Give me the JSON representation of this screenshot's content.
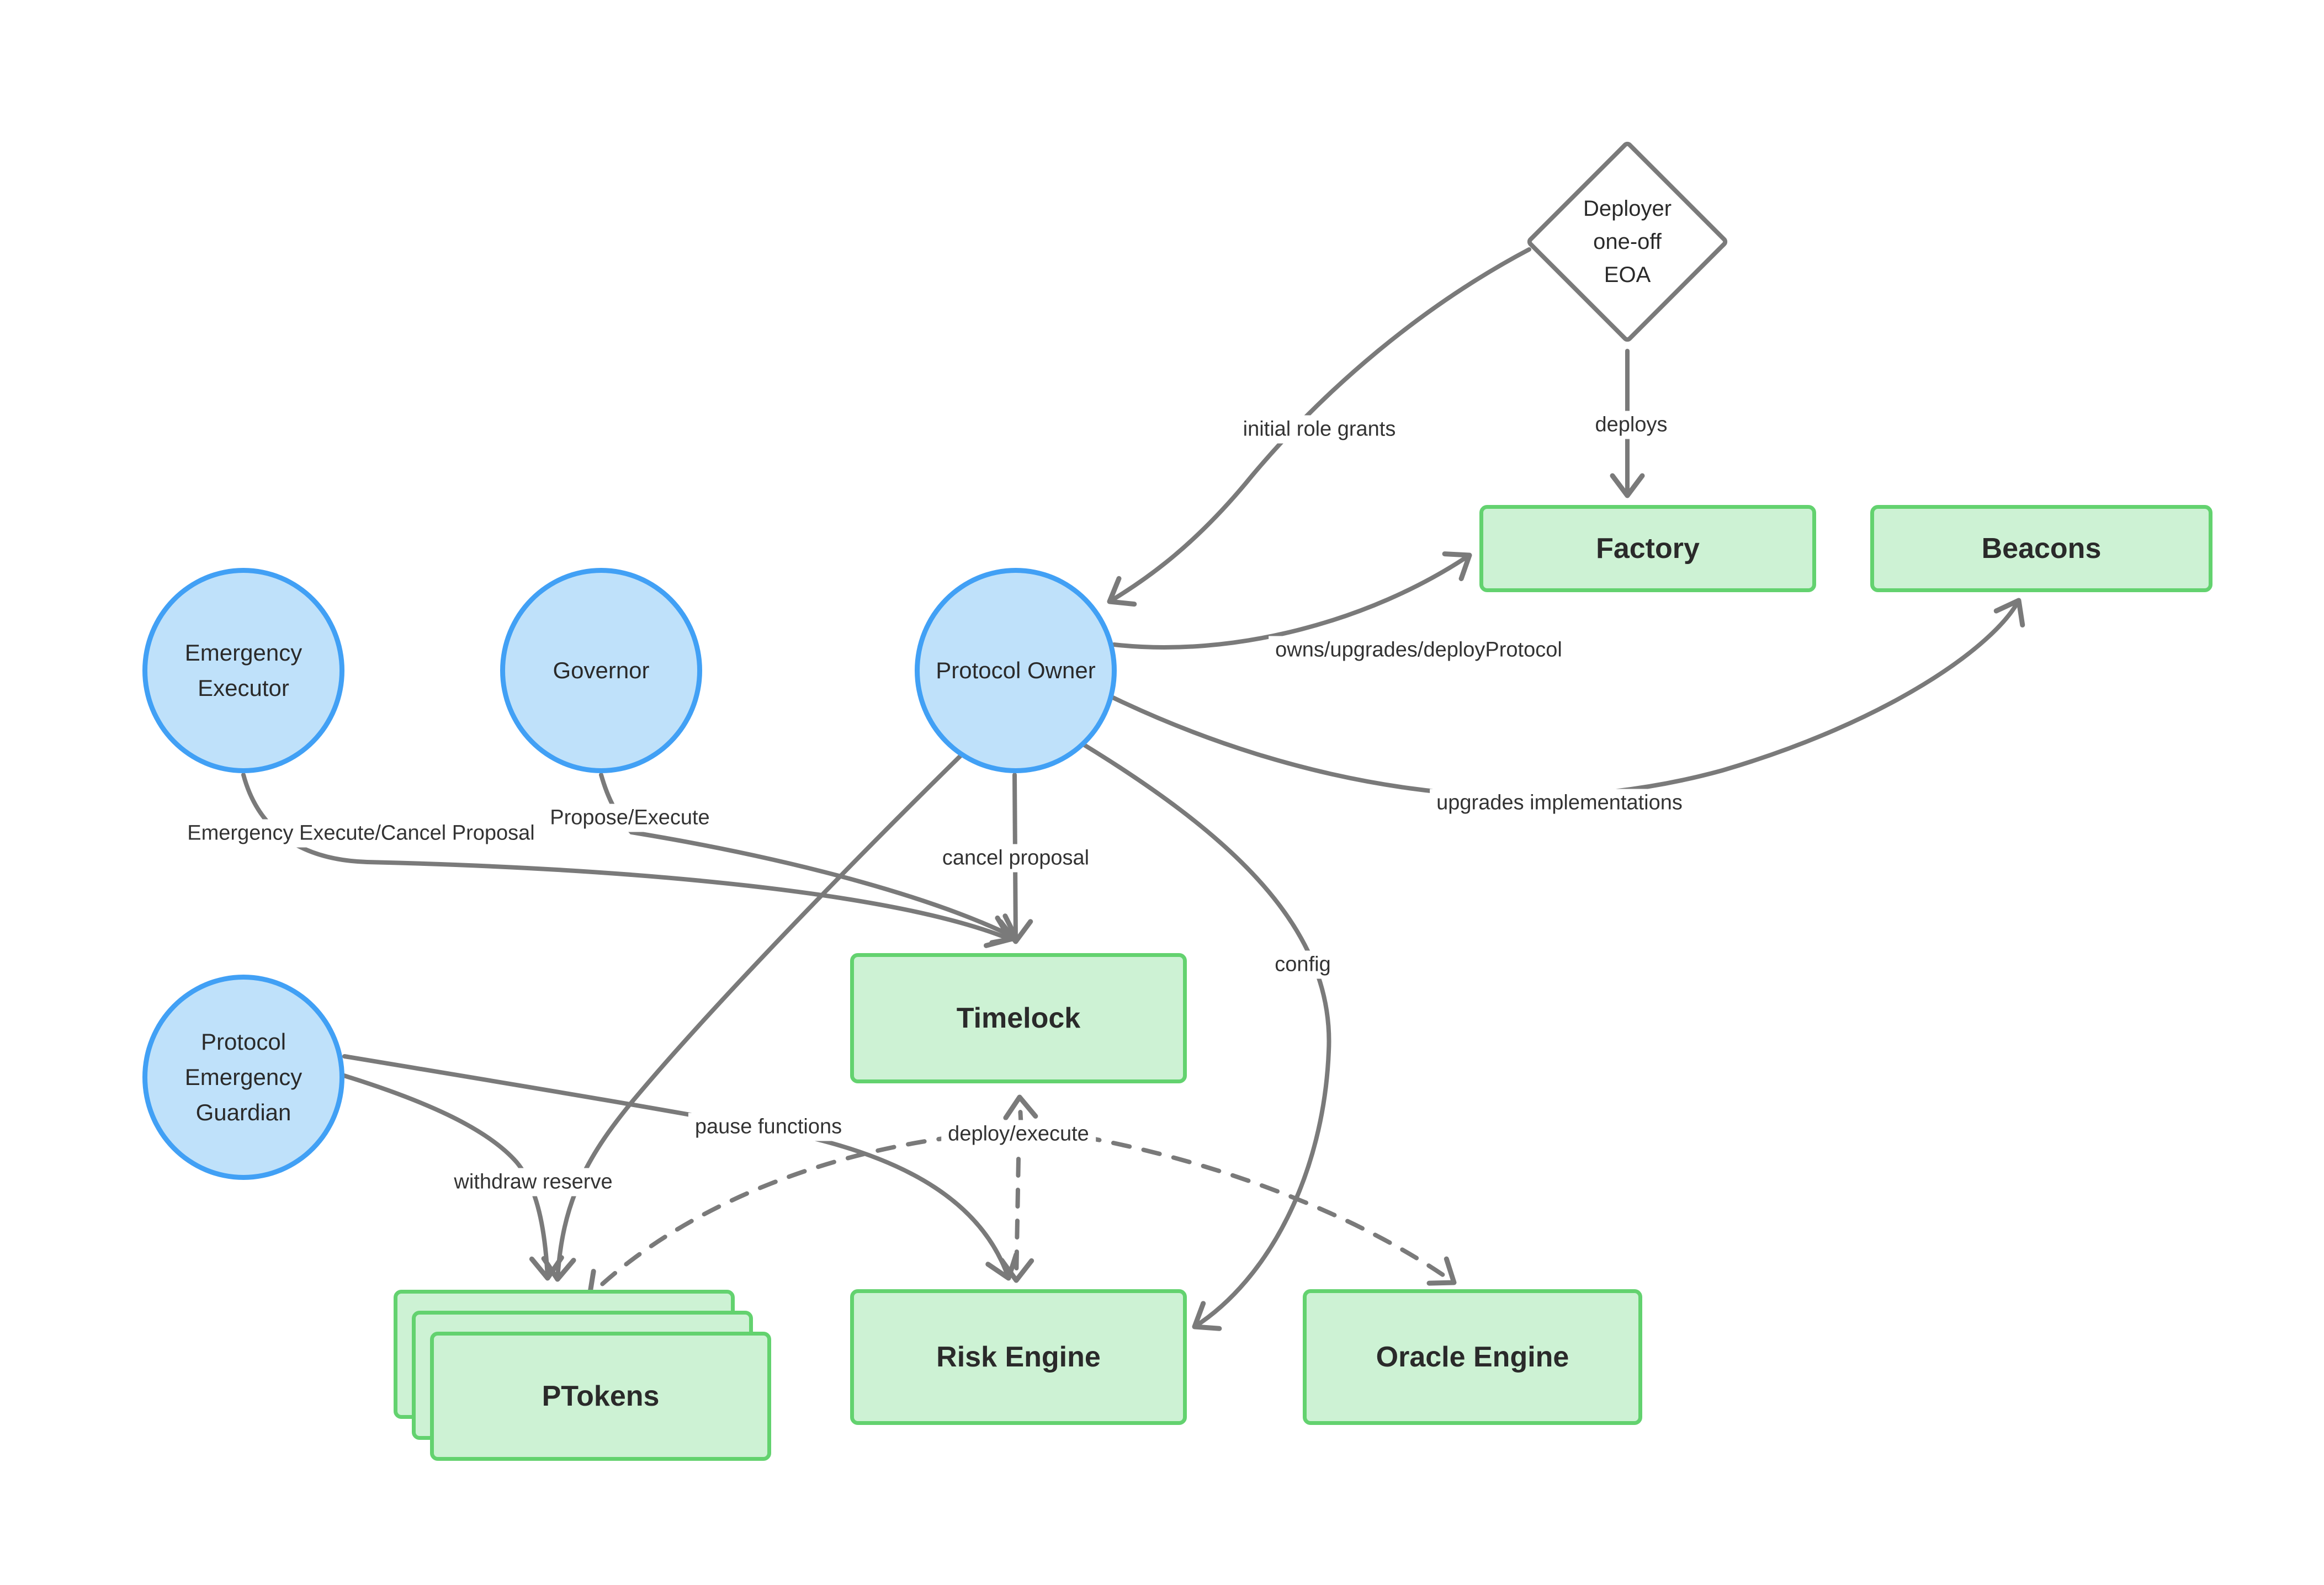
{
  "diagram": {
    "nodes": {
      "deployer": {
        "lines": [
          "Deployer",
          "one-off",
          "EOA"
        ]
      },
      "factory": {
        "label": "Factory"
      },
      "beacons": {
        "label": "Beacons"
      },
      "executor": {
        "lines": [
          "Emergency",
          "Executor"
        ]
      },
      "governor": {
        "label": "Governor"
      },
      "owner": {
        "label": "Protocol Owner"
      },
      "guardian": {
        "lines": [
          "Protocol",
          "Emergency",
          "Guardian"
        ]
      },
      "timelock": {
        "label": "Timelock"
      },
      "ptokens": {
        "label": "PTokens"
      },
      "risk_engine": {
        "label": "Risk Engine"
      },
      "oracle_engine": {
        "label": "Oracle Engine"
      }
    },
    "edge_labels": {
      "initial_role_grants": "initial role grants",
      "deploys": "deploys",
      "owns": "owns/upgrades/deployProtocol",
      "upgrades": "upgrades implementations",
      "emergency": "Emergency Execute/Cancel Proposal",
      "propose": "Propose/Execute",
      "cancel": "cancel proposal",
      "config": "config",
      "pause": "pause functions",
      "deploy_execute": "deploy/execute",
      "withdraw": "withdraw reserve"
    },
    "colors": {
      "blue-fill": "#bfe1fa",
      "blue-stroke": "#41a0f5",
      "green-fill": "#cdf2d4",
      "green-stroke": "#63d26f",
      "line": "#7a7a7a"
    }
  }
}
